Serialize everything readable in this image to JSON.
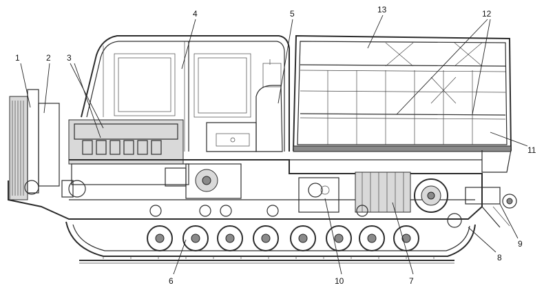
{
  "diagram": {
    "callouts": [
      {
        "id": "1",
        "text": "1"
      },
      {
        "id": "2",
        "text": "2"
      },
      {
        "id": "3",
        "text": "3"
      },
      {
        "id": "4",
        "text": "4"
      },
      {
        "id": "5",
        "text": "5"
      },
      {
        "id": "6",
        "text": "6"
      },
      {
        "id": "7",
        "text": "7"
      },
      {
        "id": "8",
        "text": "8"
      },
      {
        "id": "9",
        "text": "9"
      },
      {
        "id": "10",
        "text": "10"
      },
      {
        "id": "11",
        "text": "11"
      },
      {
        "id": "12",
        "text": "12"
      },
      {
        "id": "13",
        "text": "13"
      }
    ],
    "colors": {
      "line": "#2b2b2b",
      "shade": "#d9d9d9",
      "dark": "#8a8a8a",
      "background": "#ffffff"
    }
  }
}
